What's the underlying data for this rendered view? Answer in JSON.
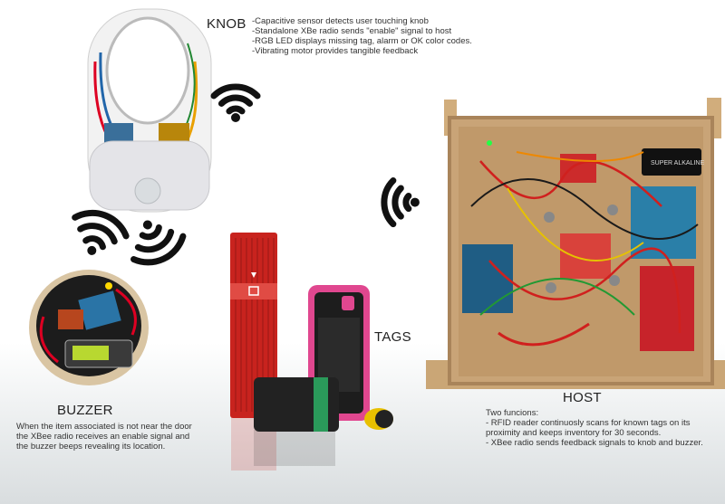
{
  "knob": {
    "title": "KNOB",
    "lines": [
      "-Capacitive sensor detects user touching knob",
      "-Standalone XBe radio sends \"enable\" signal to host",
      "-RGB LED displays missing tag, alarm or OK color codes.",
      "-Vibrating motor provides tangible feedback"
    ]
  },
  "tags": {
    "title": "TAGS"
  },
  "buzzer": {
    "title": "BUZZER",
    "lines": [
      "When the item associated is not near the door",
      "the XBee radio receives an enable signal and",
      "the buzzer beeps revealing its location."
    ]
  },
  "host": {
    "title": "HOST",
    "lines": [
      "Two funcions:",
      "- RFID reader continuosly scans for known tags on its",
      "proximity and keeps inventory for 30 seconds.",
      "- XBee radio sends feedback signals to knob and buzzer."
    ]
  },
  "battery_label": "SUPER ALKALINE",
  "colors": {
    "wood": "#c9a477",
    "wire_red": "#d0201e",
    "pink": "#e0478f",
    "arduino": "#2a7fa8",
    "tag_red": "#c8231e"
  },
  "icons": [
    "wireless-signal-icon",
    "wireless-signal-icon",
    "wireless-signal-icon",
    "wireless-signal-icon"
  ]
}
